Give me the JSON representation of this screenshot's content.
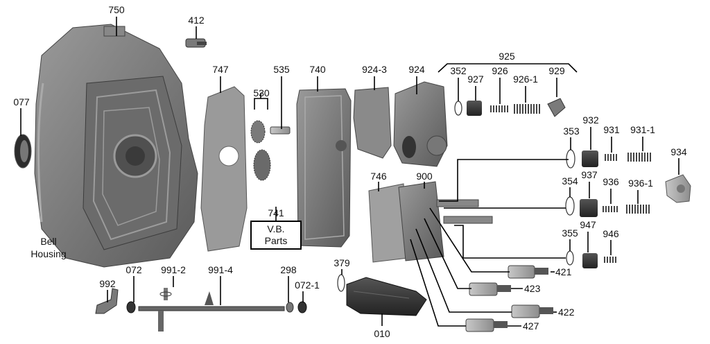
{
  "labels": {
    "p750": "750",
    "p412": "412",
    "p077": "077",
    "p747": "747",
    "p535": "535",
    "p740": "740",
    "p924_3": "924-3",
    "p924": "924",
    "p925": "925",
    "p352": "352",
    "p927": "927",
    "p926": "926",
    "p926_1": "926-1",
    "p929": "929",
    "p530": "530",
    "p353": "353",
    "p932": "932",
    "p931": "931",
    "p931_1": "931-1",
    "p934": "934",
    "p746": "746",
    "p900": "900",
    "p354": "354",
    "p937": "937",
    "p936": "936",
    "p936_1": "936-1",
    "p355": "355",
    "p947": "947",
    "p946": "946",
    "p741": "741",
    "p421": "421",
    "p423": "423",
    "p422": "422",
    "p427": "427",
    "p992": "992",
    "p072": "072",
    "p991_2": "991-2",
    "p991_4": "991-4",
    "p298": "298",
    "p072_1": "072-1",
    "p379": "379",
    "p010": "010"
  },
  "vb_parts": {
    "line1": "V.B.",
    "line2": "Parts"
  },
  "bell_housing": {
    "line1": "Bell",
    "line2": "Housing"
  },
  "colors": {
    "metal_dark": "#5f5f5f",
    "metal_mid": "#8a8a8a",
    "metal_light": "#b8b8b8",
    "line": "#000000"
  }
}
